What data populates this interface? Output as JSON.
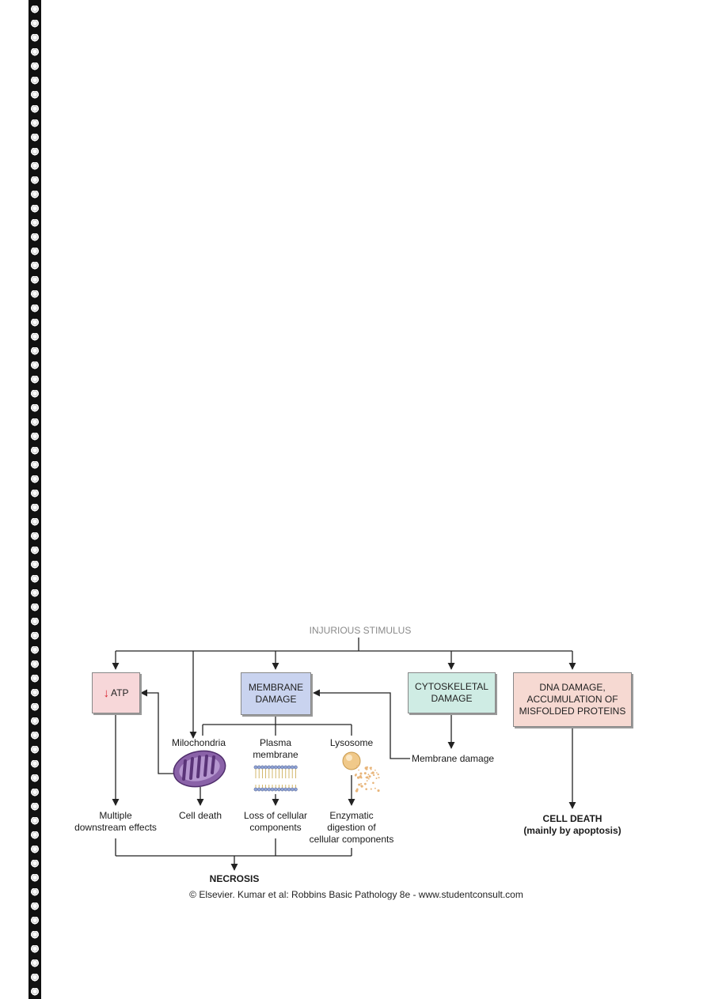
{
  "diagram": {
    "root": "INJURIOUS STIMULUS",
    "boxes": {
      "atp": "ATP",
      "membrane": [
        "MEMBRANE",
        "DAMAGE"
      ],
      "cytoskeletal": [
        "CYTOSKELETAL",
        "DAMAGE"
      ],
      "dna": [
        "DNA DAMAGE,",
        "ACCUMULATION OF",
        "MISFOLDED PROTEINS"
      ]
    },
    "organelles": {
      "mitochondria": "Milochondria",
      "plasma": [
        "Plasma",
        "membrane"
      ],
      "lysosome": "Lysosome"
    },
    "outcomes": {
      "multiple": [
        "Multiple",
        "downstream effects"
      ],
      "cell_death": "Cell death",
      "loss": [
        "Loss of cellular",
        "components"
      ],
      "enzymatic": [
        "Enzymatic",
        "digestion of",
        "cellular components"
      ],
      "membrane_damage": "Membrane damage",
      "apoptosis": [
        "CELL DEATH",
        "(mainly by apoptosis)"
      ]
    },
    "final": "NECROSIS",
    "credit": "© Elsevier. Kumar et al: Robbins Basic Pathology 8e - www.studentconsult.com"
  },
  "colors": {
    "atp_box": "#f7d7d9",
    "membrane_box": "#c9d3ef",
    "cytoskeletal_box": "#cfece4",
    "dna_box": "#f6d9d2",
    "down_arrow": "#d9232d",
    "mitochondria": "#8a62a8",
    "lysosome": "#f0c98a",
    "bilayer_heads": "#8fa3d6"
  }
}
